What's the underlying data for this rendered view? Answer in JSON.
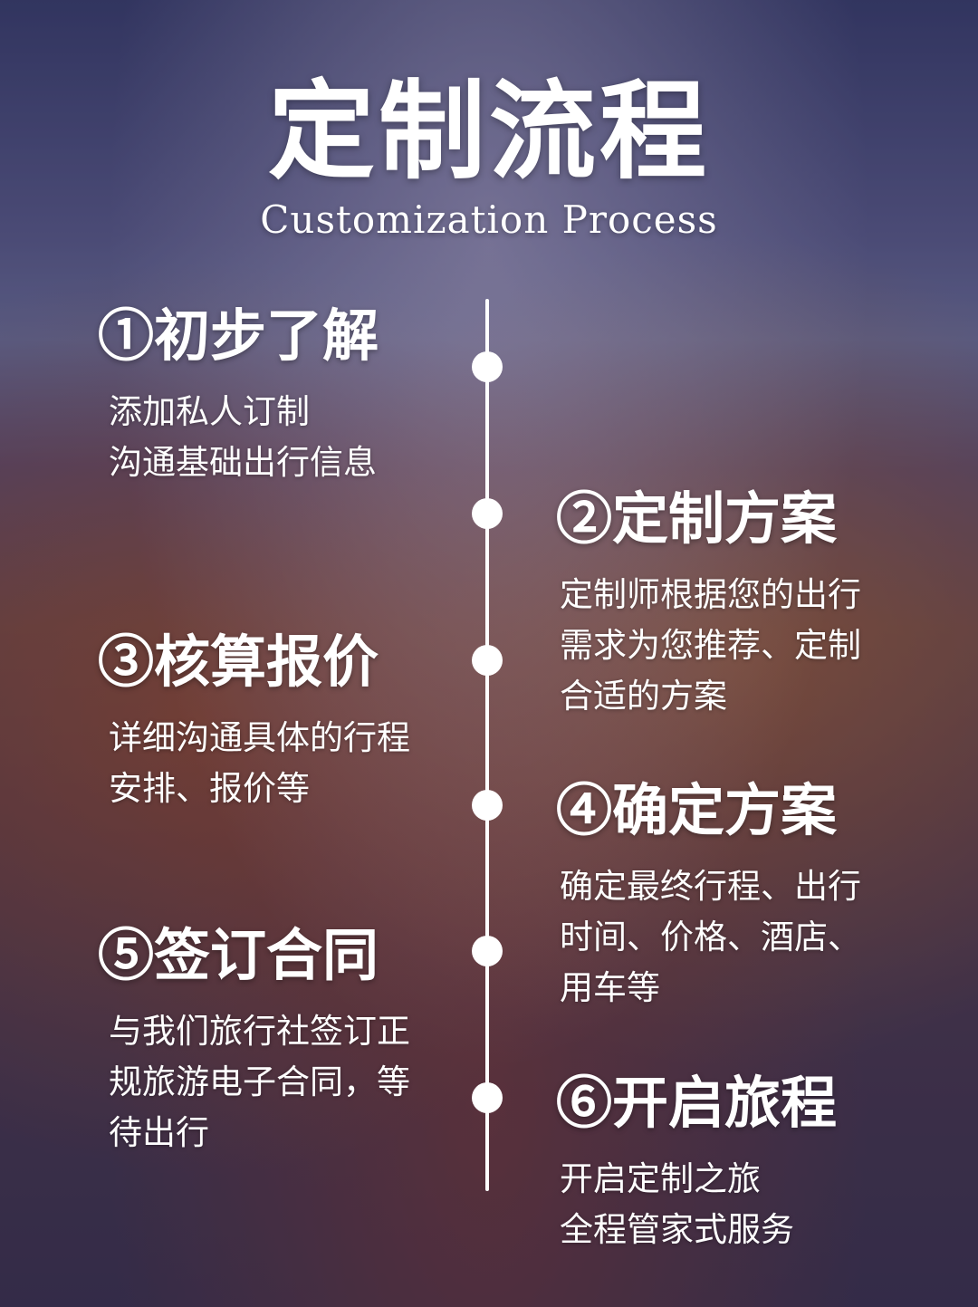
{
  "header": {
    "title": "定制流程",
    "subtitle": "Customization Process"
  },
  "steps": [
    {
      "title": "①初步了解",
      "lines": [
        "添加私人订制",
        "沟通基础出行信息"
      ]
    },
    {
      "title": "②定制方案",
      "lines": [
        "定制师根据您的出行",
        "需求为您推荐、定制",
        "合适的方案"
      ]
    },
    {
      "title": "③核算报价",
      "lines": [
        "详细沟通具体的行程",
        "安排、报价等"
      ]
    },
    {
      "title": "④确定方案",
      "lines": [
        "确定最终行程、出行",
        "时间、价格、酒店、",
        "用车等"
      ]
    },
    {
      "title": "⑤签订合同",
      "lines": [
        "与我们旅行社签订正",
        "规旅游电子合同，等",
        "待出行"
      ]
    },
    {
      "title": "⑥开启旅程",
      "lines": [
        "开启定制之旅",
        "全程管家式服务"
      ]
    }
  ],
  "colors": {
    "text": "#ffffff",
    "timeline": "#ffffff"
  }
}
